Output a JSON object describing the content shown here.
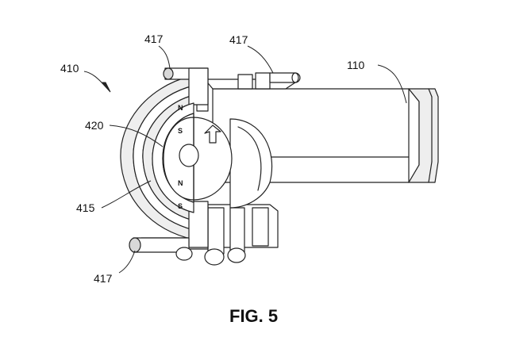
{
  "figure": {
    "caption": "FIG. 5",
    "labels": {
      "assembly": "410",
      "pin_top_left": "417",
      "pin_top_right": "417",
      "pin_bottom": "417",
      "shaft": "110",
      "hub": "420",
      "magnet_ring": "415"
    },
    "poles": {
      "top_outer": "N",
      "top_inner": "S",
      "bottom_inner": "N",
      "bottom_outer": "S"
    }
  }
}
